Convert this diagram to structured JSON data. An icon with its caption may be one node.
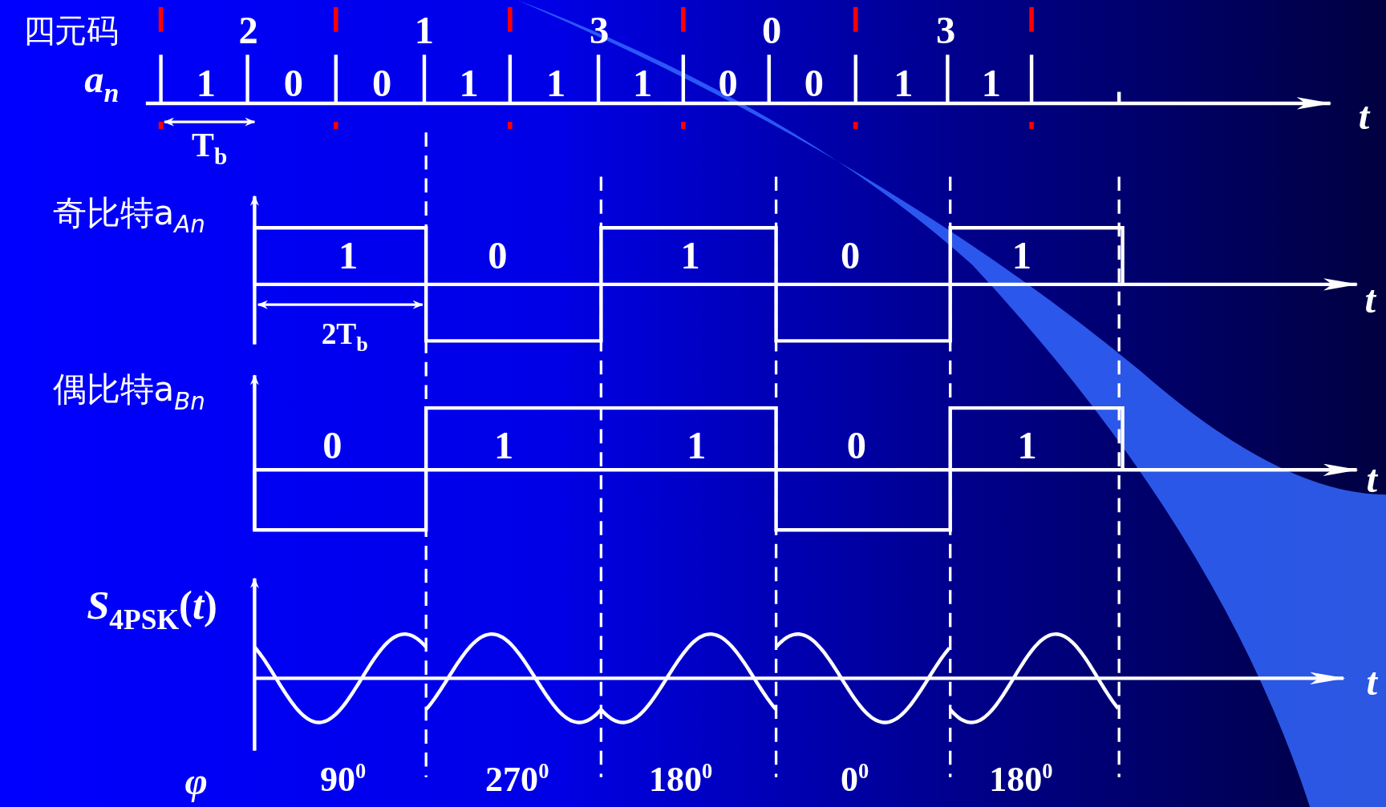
{
  "diagram": {
    "labels": [
      "四元码",
      "2",
      "1",
      "3",
      "0",
      "3",
      "*a*$_{n}$",
      "1",
      "0",
      "0",
      "1",
      "1",
      "1",
      "0",
      "0",
      "1",
      "1",
      "*t*",
      "T$_{b}$",
      "奇比特a$_{An}$",
      "1",
      "0",
      "1",
      "0",
      "1",
      "*t*",
      "2T$_{b}$",
      "偶比特a$_{Bn}$",
      "0",
      "1",
      "1",
      "0",
      "1",
      "*t*",
      "*S*$_{4PSK}$(*t*)",
      "*t*",
      "*φ*",
      "90$^{0}$",
      "270$^{0}$",
      "180$^{0}$",
      "0$^{0}$",
      "180$^{0}$"
    ]
  }
}
